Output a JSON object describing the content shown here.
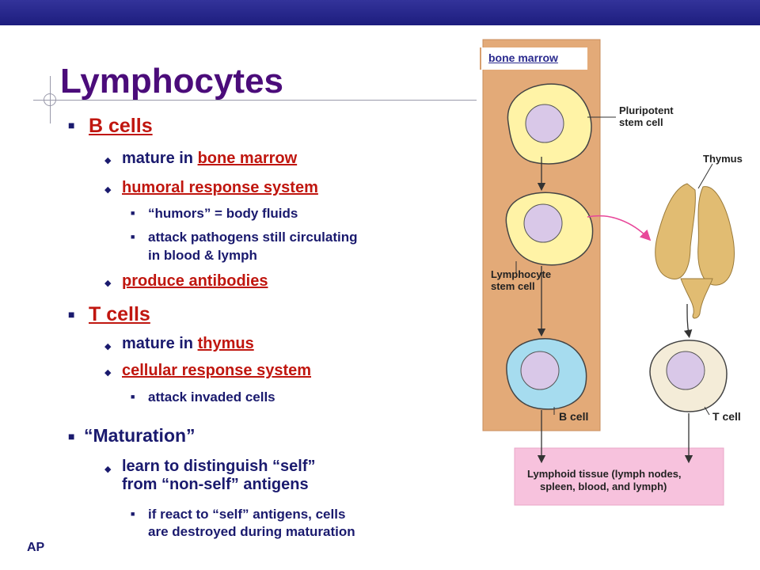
{
  "slide": {
    "title": "Lymphocytes",
    "footer": "AP"
  },
  "bullets": {
    "b_cells": "B cells",
    "b1_pre": "mature in ",
    "b1_link": "bone marrow",
    "b2": "humoral response system",
    "b2a": "“humors” = body fluids",
    "b2b_line1": "attack pathogens still circulating",
    "b2b_line2": "in blood & lymph",
    "b3": "produce antibodies",
    "t_cells": "T cells",
    "t1_pre": "mature in ",
    "t1_link": "thymus",
    "t2": "cellular response system",
    "t2a": "attack invaded cells",
    "maturation": "“Maturation”",
    "m1_line1": "learn to distinguish “self”",
    "m1_line2": "from “non-self” antigens",
    "m1a_line1": "if react to “self” antigens, cells",
    "m1a_line2": "are destroyed during maturation"
  },
  "figure": {
    "bone_marrow_label": "bone marrow",
    "pluripotent_1": "Pluripotent",
    "pluripotent_2": "stem cell",
    "thymus": "Thymus",
    "lymphocyte_1": "Lymphocyte",
    "lymphocyte_2": "stem cell",
    "b_cell": "B cell",
    "t_cell": "T cell",
    "lymphoid_1": "Lymphoid tissue (lymph nodes,",
    "lymphoid_2": "spleen, blood, and lymph)"
  }
}
